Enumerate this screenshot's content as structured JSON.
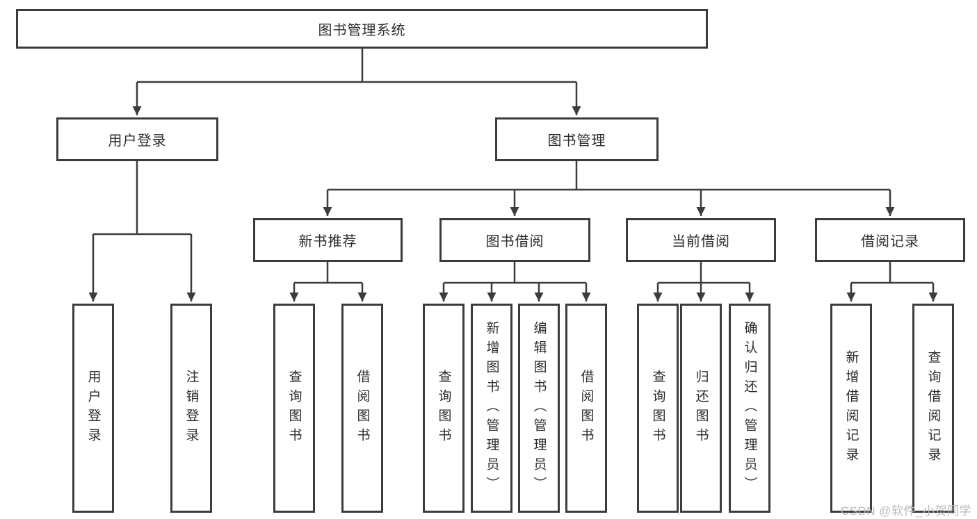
{
  "diagram": {
    "type": "hierarchy-tree",
    "tree": {
      "root": {
        "label": "图书管理系统",
        "children": [
          {
            "label": "用户登录",
            "children": [
              {
                "label": "用户登录"
              },
              {
                "label": "注销登录"
              }
            ]
          },
          {
            "label": "图书管理",
            "children": [
              {
                "label": "新书推荐",
                "children": [
                  {
                    "label": "查询图书"
                  },
                  {
                    "label": "借阅图书"
                  }
                ]
              },
              {
                "label": "图书借阅",
                "children": [
                  {
                    "label": "查询图书"
                  },
                  {
                    "label": "新增图书（管理员）"
                  },
                  {
                    "label": "编辑图书（管理员）"
                  },
                  {
                    "label": "借阅图书"
                  }
                ]
              },
              {
                "label": "当前借阅",
                "children": [
                  {
                    "label": "查询图书"
                  },
                  {
                    "label": "归还图书"
                  },
                  {
                    "label": "确认归还（管理员）"
                  }
                ]
              },
              {
                "label": "借阅记录",
                "children": [
                  {
                    "label": "新增借阅记录"
                  },
                  {
                    "label": "查询借阅记录"
                  }
                ]
              }
            ]
          }
        ]
      }
    }
  },
  "watermark": {
    "text": "CSDN @软件_小贺同学"
  },
  "colors": {
    "line": "#3c3c3c",
    "text": "#2c2c2c",
    "box_background": "#ffffff",
    "page_background": "#ffffff",
    "watermark": "#b9b9b9"
  }
}
